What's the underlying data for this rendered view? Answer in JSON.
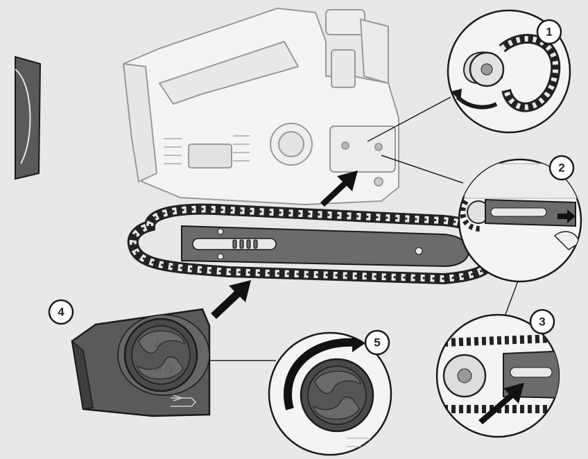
{
  "figure": {
    "steps": [
      {
        "label": "1",
        "content": "Sprocket detail: chain looped around drive sprocket, rotate to seat"
      },
      {
        "label": "2",
        "content": "Bar slid onto mounting stud, pushed forward"
      },
      {
        "label": "3",
        "content": "Chain engaged on sprocket, bar pressed into position"
      },
      {
        "label": "4",
        "content": "Side cover with tensioning knob"
      },
      {
        "label": "5",
        "content": "Turn the tensioning knob clockwise"
      }
    ]
  },
  "colors": {
    "background": "#e8e8e8",
    "outline": "#1a1a1a",
    "bar": "#6b6b6b",
    "cover": "#5a5a5a",
    "knob": "#4a4a4a",
    "arrow": "#111111",
    "tool_body_faded": "#f2f2f2"
  },
  "icons": [
    "sprocket-icon",
    "chain-icon",
    "rotate-arrow-icon",
    "push-arrow-icon",
    "lock-symbol-icon",
    "chain-direction-icon"
  ]
}
